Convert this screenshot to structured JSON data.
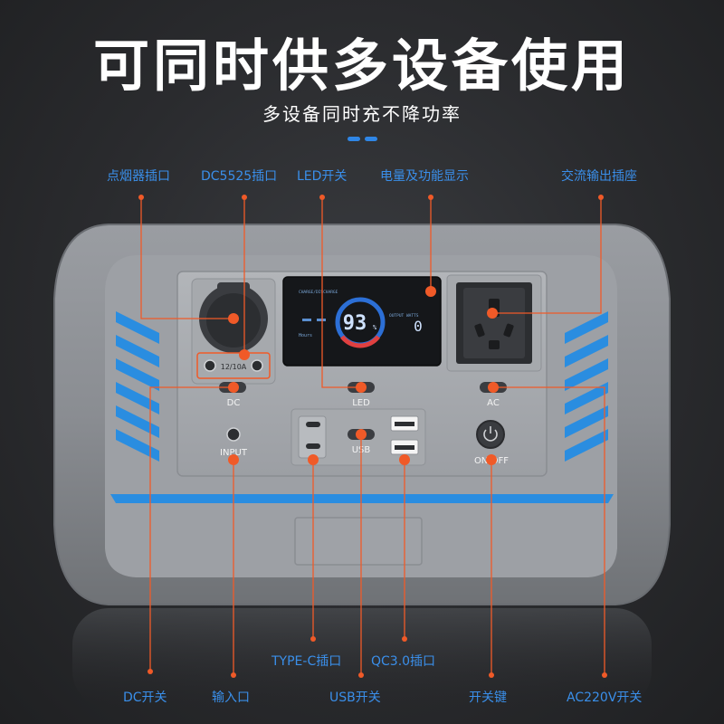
{
  "headline": "可同时供多设备使用",
  "subheadline": "多设备同时充不降功率",
  "colors": {
    "accent_blue": "#2f86e6",
    "label_blue": "#3a8fea",
    "callout_orange": "#f05a28",
    "body_gray": "#8c8f94",
    "panel_gray": "#a2a5aa",
    "vent_blue": "#2a8de0"
  },
  "labels": {
    "cigarette_socket": "点烟器插口",
    "dc5525_port": "DC5525插口",
    "led_switch": "LED开关",
    "battery_display": "电量及功能显示",
    "ac_socket": "交流输出插座",
    "typec_port": "TYPE-C插口",
    "qc30_port": "QC3.0插口",
    "dc_switch": "DC开关",
    "input_port": "输入口",
    "usb_switch": "USB开关",
    "power_key": "开关键",
    "ac220v_switch": "AC220V开关"
  },
  "device": {
    "dc_rating": "12/10A",
    "dc_button": "DC",
    "led_button": "LED",
    "ac_button": "AC",
    "usb_button": "USB",
    "input_label": "INPUT",
    "power_label": "ON/OFF",
    "lcd": {
      "percent": "93",
      "percent_sign": "%",
      "left_caption": "Hours",
      "right_value": "0",
      "top_caption": "CHARGE/DISCHARGE",
      "right_caption": "OUTPUT WATTS"
    }
  }
}
